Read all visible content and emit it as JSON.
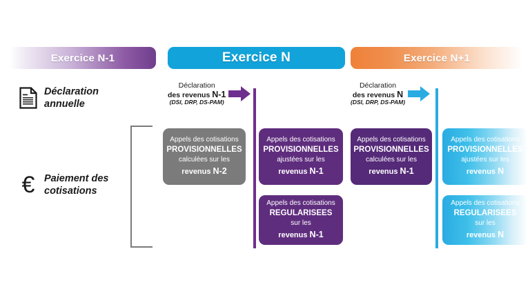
{
  "header": {
    "periods": [
      {
        "id": "prev",
        "label": "Exercice N-1"
      },
      {
        "id": "current",
        "label": "Exercice N"
      },
      {
        "id": "next",
        "label": "Exercice N+1"
      }
    ]
  },
  "legend": {
    "declaration": {
      "icon": "document-icon",
      "label": "Déclaration\nannuelle"
    },
    "payment": {
      "icon": "euro-icon",
      "glyph": "€",
      "label": "Paiement des\ncotisations"
    }
  },
  "callouts": [
    {
      "id": "declaration-n-1",
      "line1": "Déclaration",
      "line2_prefix": "des revenus ",
      "line2_year": "N-1",
      "line3": "(DSI, DRP, DS-PAM)",
      "arrow_color": "#6f2f8e"
    },
    {
      "id": "declaration-n",
      "line1": "Déclaration",
      "line2_prefix": "des revenus ",
      "line2_year": "N",
      "line3": "(DSI, DRP, DS-PAM)",
      "arrow_color": "#2aabe2"
    }
  ],
  "boxes": {
    "provisionnelles_n2": {
      "line1": "Appels des cotisations",
      "line2": "PROVISIONNELLES",
      "line3": "calculées sur les",
      "line4_prefix": "revenus ",
      "line4_year": "N-2"
    },
    "provisionnelles_n1_ajustees": {
      "line1": "Appels des cotisations",
      "line2": "PROVISIONNELLES",
      "line3": "ajustées sur les",
      "line4_prefix": "revenus ",
      "line4_year": "N-1"
    },
    "provisionnelles_n1_calculees": {
      "line1": "Appels des cotisations",
      "line2": "PROVISIONNELLES",
      "line3": "calculées sur les",
      "line4_prefix": "revenus ",
      "line4_year": "N-1"
    },
    "provisionnelles_n_ajustees": {
      "line1": "Appels des cotisations",
      "line2": "PROVISIONNELLES",
      "line3": "ajustées sur les",
      "line4_prefix": "revenus ",
      "line4_year": "N"
    },
    "regularisees_n1": {
      "line1": "Appels des cotisations",
      "line2": "REGULARISEES",
      "line3": "sur les",
      "line4_prefix": "revenus ",
      "line4_year": "N-1"
    },
    "regularisees_n": {
      "line1": "Appels des cotisations",
      "line2": "REGULARISEES",
      "line3": "sur les",
      "line4_prefix": "revenus ",
      "line4_year": "N"
    }
  },
  "colors": {
    "purple": "#6f2f8e",
    "purple_box": "#5f2d7e",
    "purple_box_dark": "#552a78",
    "cyan": "#2aabe2",
    "blue_bar": "#11a3da",
    "orange": "#ef8139",
    "gray_box": "#7b7b7b",
    "bracket": "#7a7a7a",
    "text_dark": "#1a1a1a"
  }
}
